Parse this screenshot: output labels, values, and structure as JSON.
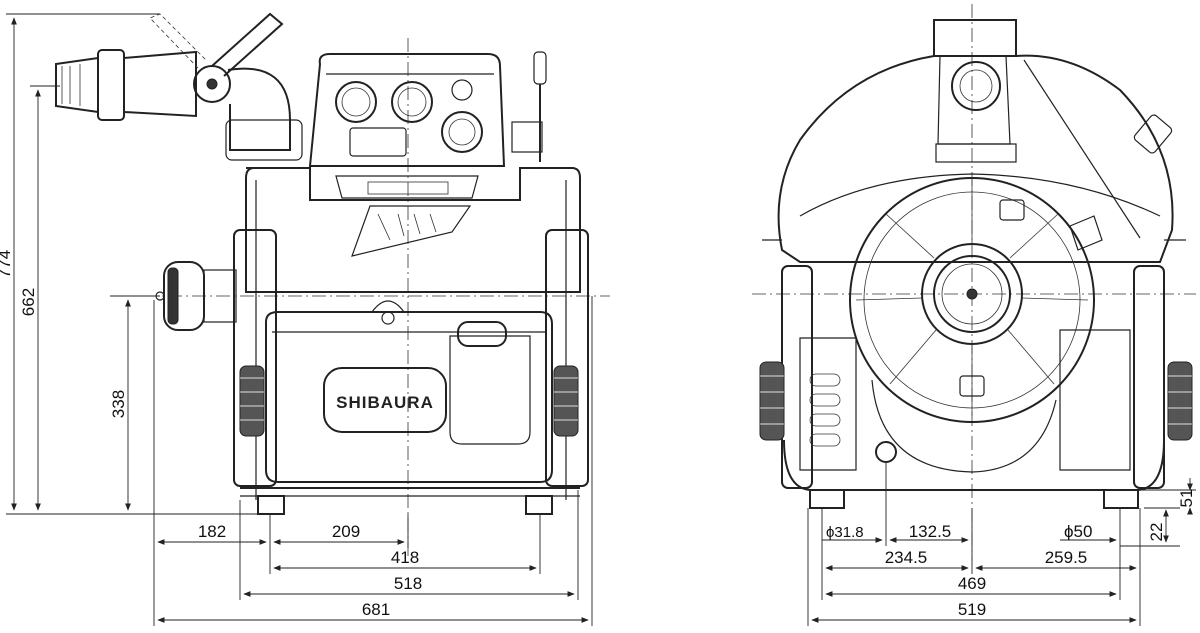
{
  "brand_label": "SHIBAURA",
  "side_view": {
    "heights": {
      "h774": "774",
      "h662": "662",
      "h338": "338"
    },
    "widths": {
      "w182": "182",
      "w209": "209",
      "w418": "418",
      "w518": "518",
      "w681": "681"
    }
  },
  "front_view": {
    "dims": {
      "phi318": "ϕ31.8",
      "d1325": "132.5",
      "phi50": "ϕ50",
      "d2345": "234.5",
      "d2595": "259.5",
      "d469": "469",
      "d519": "519",
      "h22": "22",
      "h51": "51"
    }
  },
  "colors": {
    "line": "#222222",
    "background": "#ffffff"
  }
}
